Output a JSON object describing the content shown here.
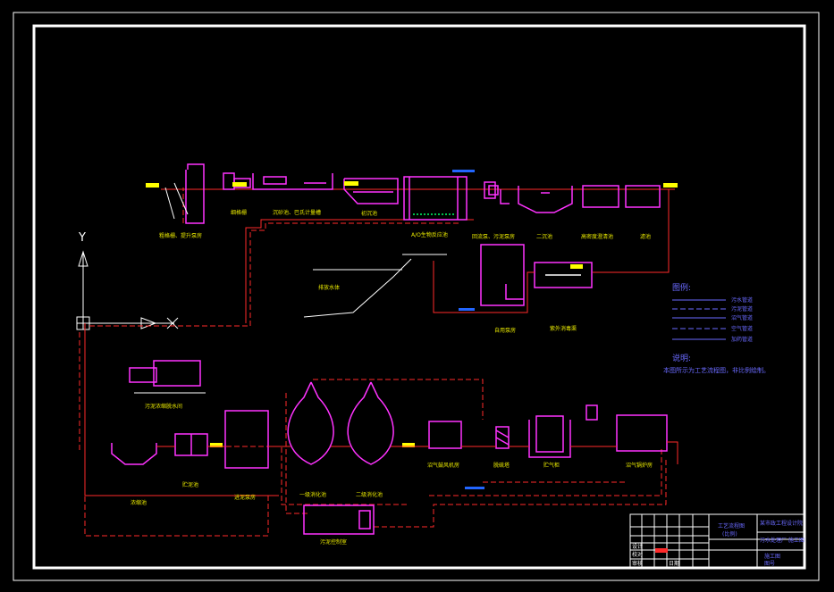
{
  "axis": {
    "y_label": "Y"
  },
  "process_labels": {
    "grid_pump": "粗格栅、提升泵房",
    "fine_grid": "细格栅",
    "grit_tank": "沉砂池、巴氏计量槽",
    "primary_tank": "初沉池",
    "ao_tank": "A/O生物反应池",
    "return_pump": "回流泵、污泥泵房",
    "secondary_tank": "二沉池",
    "high_density": "高密度澄清池",
    "filter": "滤池",
    "discharge": "排放水体",
    "self_pump": "自用泵房",
    "uv": "紫外消毒渠",
    "sludge_thicken": "污泥浓缩脱水间",
    "thickener": "浓缩池",
    "storage": "贮泥池",
    "feed_pump": "进泥泵房",
    "digester1": "一级消化池",
    "digester2": "二级消化池",
    "biogas_blower": "沼气鼓风机房",
    "desulfur": "脱硫塔",
    "gas_holder": "贮气柜",
    "biogas_boiler": "沼气锅炉房",
    "sludge_control": "污泥控制室"
  },
  "legend": {
    "title": "图例:",
    "items": [
      "污水管道",
      "污泥管道",
      "沼气管道",
      "空气管道",
      "加药管道"
    ]
  },
  "notes": {
    "title": "说明:",
    "text": "本图所示为工艺流程图，非比例绘制。"
  },
  "title_block": {
    "drawing_name": "工艺流程图",
    "drawing_sub": "(比例)",
    "company": "某市政工程设计院",
    "project": "污水处理厂 施工图",
    "stage": "施工图",
    "drawing_no": "图号",
    "row_labels": [
      "设计",
      "校对",
      "审核"
    ],
    "date_label": "日期"
  }
}
